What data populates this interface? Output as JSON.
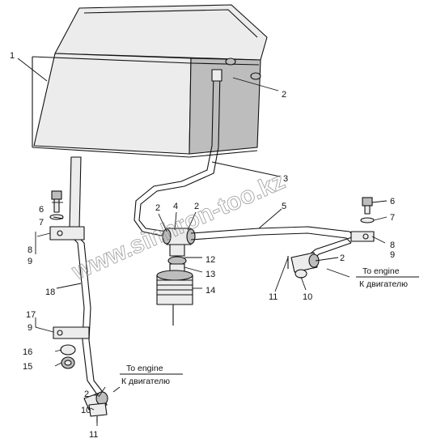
{
  "watermark": "www.sinhron-too.kz",
  "callouts": {
    "c1": "1",
    "c2a": "2",
    "c2b": "2",
    "c2c": "2",
    "c2d": "2",
    "c2e": "2",
    "c3": "3",
    "c4": "4",
    "c5": "5",
    "c6a": "6",
    "c7a": "7",
    "c6b": "6",
    "c7b": "7",
    "c8a": "8",
    "c9a": "9",
    "c8b": "8",
    "c9b": "9",
    "c10a": "10",
    "c10b": "10",
    "c11a": "11",
    "c11b": "11",
    "c12": "12",
    "c13": "13",
    "c14": "14",
    "c15": "15",
    "c16": "16",
    "c17": "17",
    "c9c": "9",
    "c18": "18"
  },
  "notes": {
    "left_en": "To engine",
    "left_ru": "К двигателю",
    "right_en": "To engine",
    "right_ru": "К двигателю"
  }
}
